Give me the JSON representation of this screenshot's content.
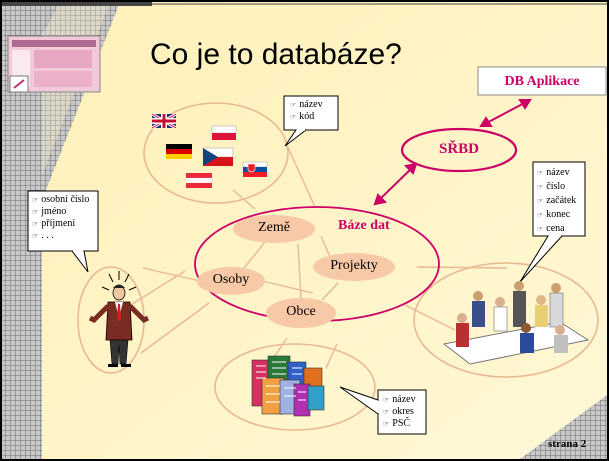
{
  "slide": {
    "title": "Co je to databáze?",
    "page_label": "strana 2"
  },
  "nodes": {
    "db_app": "DB Aplikace",
    "srbd": "SŘBD",
    "base": "Báze dat",
    "zeme": "Země",
    "osoby": "Osoby",
    "projekty": "Projekty",
    "obce": "Obce"
  },
  "callouts": {
    "zeme": [
      "název",
      "kód"
    ],
    "osoby": [
      "osobní číslo",
      "jméno",
      "příjmení",
      ". . ."
    ],
    "projekty": [
      "název",
      "číslo",
      "začátek",
      "konec",
      "cena"
    ],
    "obce": [
      "název",
      "okres",
      "PSČ"
    ]
  },
  "icons": {
    "bullet": "pointing-hand-icon",
    "flags": [
      "uk-flag-icon",
      "poland-flag-icon",
      "germany-flag-icon",
      "czech-flag-icon",
      "slovakia-flag-icon",
      "austria-flag-icon"
    ]
  },
  "colors": {
    "background": "#fff4c0",
    "ellipse_stroke": "#e8b894",
    "pink": "#cc0066",
    "node_fill": "#f7c9a6",
    "frame": "#000000"
  }
}
